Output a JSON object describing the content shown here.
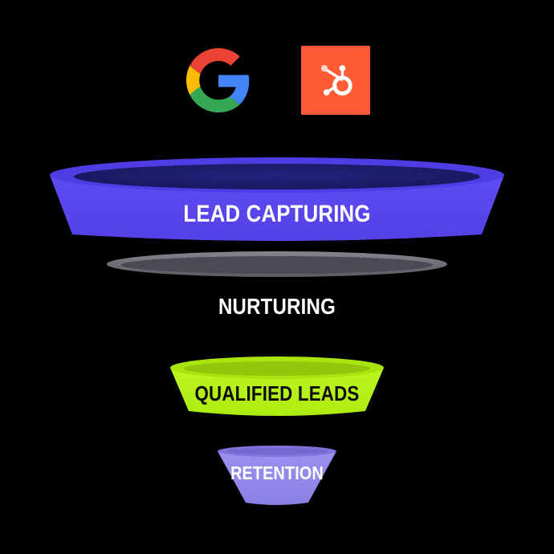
{
  "background_color": "#000000",
  "logos": [
    {
      "name": "google-logo",
      "label": "Google",
      "colors": {
        "red": "#EA4335",
        "yellow": "#FBBC05",
        "green": "#34A853",
        "blue": "#4285F4"
      }
    },
    {
      "name": "hubspot-logo",
      "label": "HubSpot",
      "colors": {
        "background": "#FF5C35",
        "mark": "#FFFFFF"
      }
    }
  ],
  "funnel": {
    "type": "funnel",
    "title": "",
    "layers": [
      {
        "id": "lead-capturing",
        "label": "LEAD CAPTURING",
        "body_color": "#5B46EE",
        "rim_color": "#4733D6",
        "interior_color": "#1B1B6B",
        "text_color": "#FFFFFF",
        "top_width": 570,
        "bottom_width": 470,
        "order": 1
      },
      {
        "id": "nurturing",
        "label": "NURTURING",
        "body_color": "#6B6B75",
        "rim_color": "#7C7C85",
        "interior_color": "#4A4A52",
        "text_color": "#FFFFFF",
        "top_width": 420,
        "bottom_width": 420,
        "order": 2
      },
      {
        "id": "qualified-leads",
        "label": "QUALIFIED LEADS",
        "body_color": "#B4F018",
        "rim_color": "#9AD20F",
        "interior_color": "#8FBF0C",
        "text_color": "#0B0B0B",
        "top_width": 265,
        "bottom_width": 205,
        "order": 3
      },
      {
        "id": "retention",
        "label": "RETENTION",
        "body_color": "#9087EA",
        "rim_color": "#7A6FD8",
        "interior_color": "#6F63C8",
        "text_color": "#FFFFFF",
        "top_width": 148,
        "bottom_width": 78,
        "order": 4
      }
    ]
  }
}
